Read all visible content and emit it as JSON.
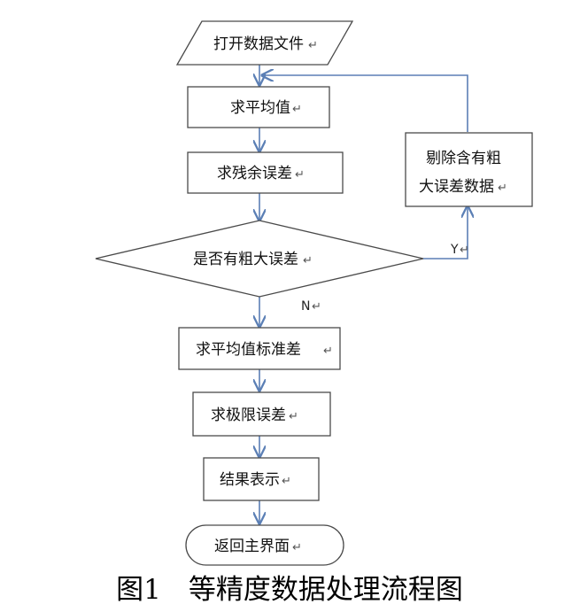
{
  "nodes": {
    "open_file": "打开数据文件",
    "mean": "求平均值",
    "residual": "求残余误差",
    "decision": "是否有粗大误差",
    "std_dev": "求平均值标准差",
    "limit_error": "求极限误差",
    "result": "结果表示",
    "return_main": "返回主界面",
    "remove_line1": "剔除含有粗",
    "remove_line2": "大误差数据"
  },
  "edges": {
    "yes": "Y",
    "no": "N"
  },
  "para_mark": "↵",
  "caption": "图1　等精度数据处理流程图",
  "colors": {
    "line": "#5b7fb5",
    "box": "#4a4a4a"
  }
}
